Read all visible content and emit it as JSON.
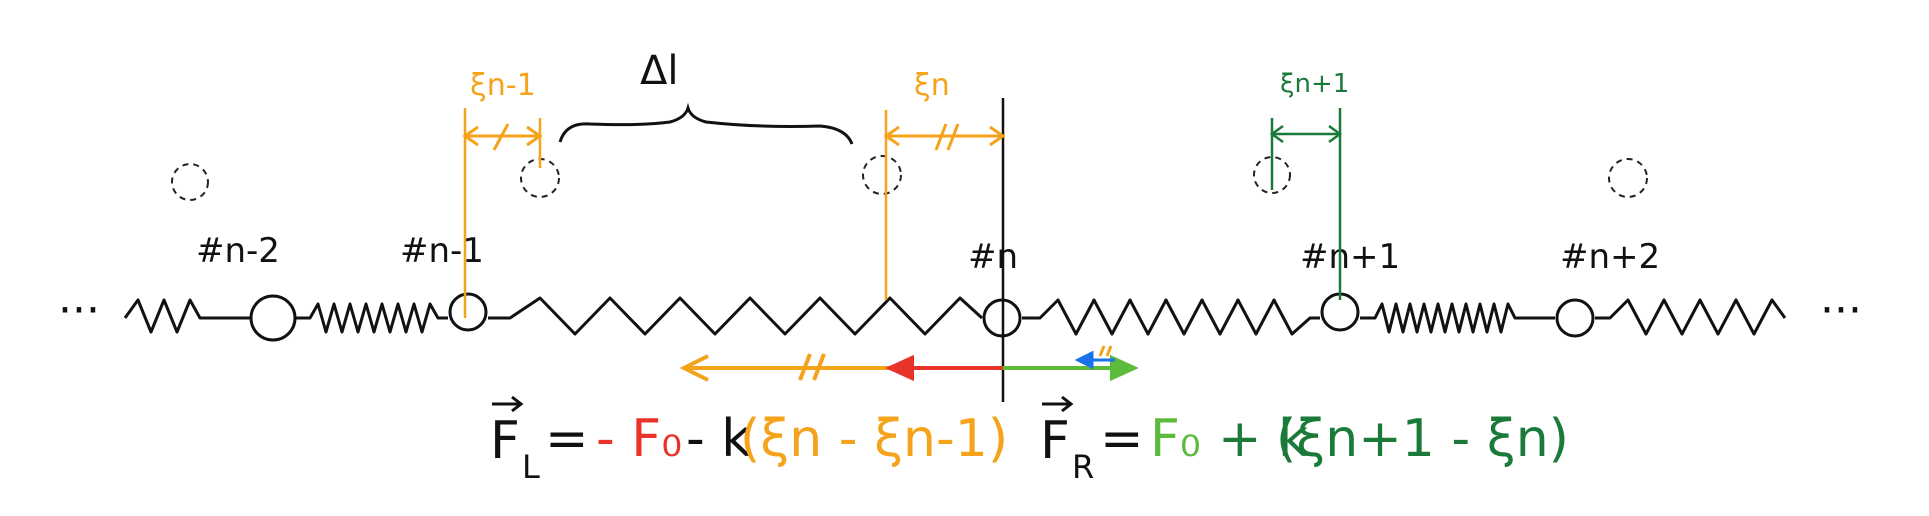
{
  "colors": {
    "ink": "#111111",
    "orange": "#f5a31a",
    "red": "#e8332b",
    "light_green": "#5dbb3c",
    "dark_green": "#1b7a3a",
    "blue": "#1a73e8",
    "dashed": "#222222"
  },
  "labels": {
    "ellipsis_left": "···",
    "ellipsis_right": "···",
    "mass_n_minus_2": "#n-2",
    "mass_n_minus_1": "#n-1",
    "mass_n": "#n",
    "mass_n_plus_1": "#n+1",
    "mass_n_plus_2": "#n+2",
    "delta_l": "Δl",
    "xi_n_minus_1": "ξn-1",
    "xi_n": "ξn",
    "xi_n_plus_1": "ξn+1"
  },
  "equations": {
    "left": {
      "lhs": "F",
      "lhs_sub": "L",
      "eq": "=",
      "f0_term": "- F₀",
      "minus_k": "- k",
      "paren_term": "(ξn - ξn-1)"
    },
    "right": {
      "lhs": "F",
      "lhs_sub": "R",
      "eq": "=",
      "f0_term": "F₀",
      "plus_k": "+ k",
      "paren_term": "(ξn+1 - ξn)"
    }
  }
}
